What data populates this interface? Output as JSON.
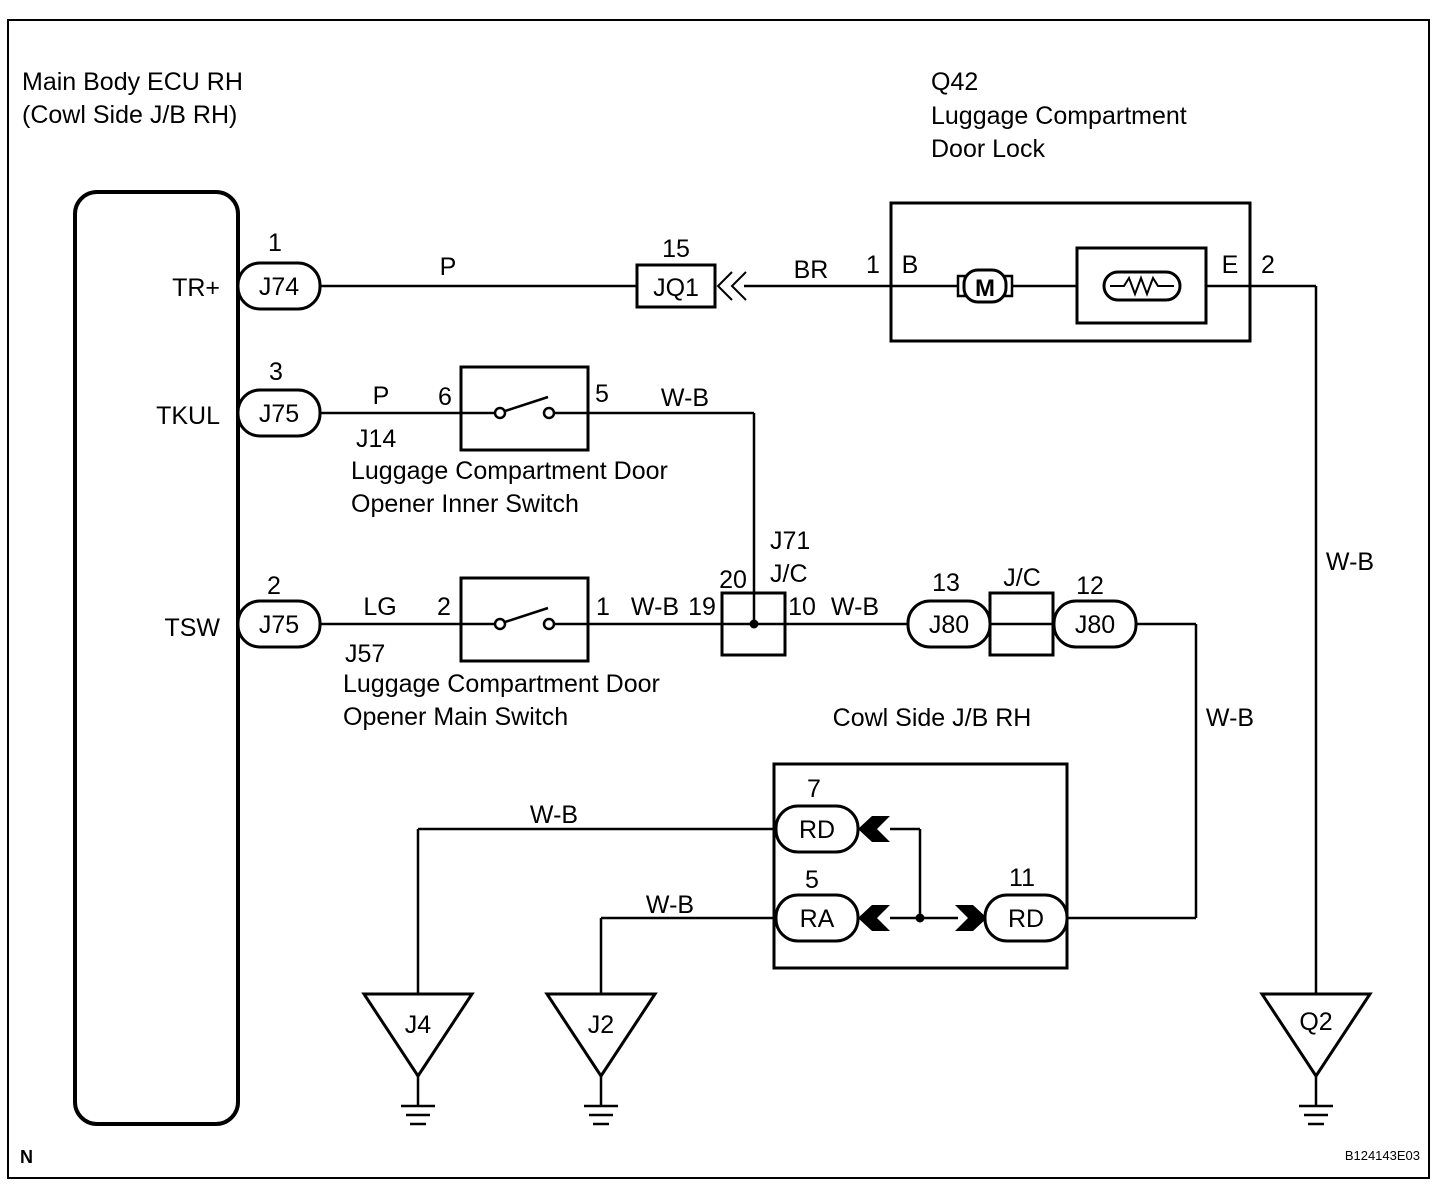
{
  "ecu": {
    "title_line1": "Main Body ECU RH",
    "title_line2": "(Cowl Side J/B RH)"
  },
  "terminals": {
    "trplus": "TR+",
    "tkul": "TKUL",
    "tsw": "TSW"
  },
  "connectors": {
    "j74": {
      "id": "J74",
      "pin": "1"
    },
    "j75a": {
      "id": "J75",
      "pin": "3"
    },
    "j75b": {
      "id": "J75",
      "pin": "2"
    },
    "jq1": {
      "id": "JQ1",
      "pin": "15"
    },
    "j80a": {
      "id": "J80",
      "pin": "13"
    },
    "j80b": {
      "id": "J80",
      "pin": "12"
    },
    "rd7": {
      "id": "RD",
      "pin": "7"
    },
    "ra5": {
      "id": "RA",
      "pin": "5"
    },
    "rd11": {
      "id": "RD",
      "pin": "11"
    }
  },
  "door_lock": {
    "code": "Q42",
    "name_line1": "Luggage Compartment",
    "name_line2": "Door Lock",
    "pin_b_num": "1",
    "pin_b": "B",
    "pin_e": "E",
    "pin_e_num": "2",
    "motor": "M"
  },
  "inner_switch": {
    "code": "J14",
    "name_line1": "Luggage Compartment Door",
    "name_line2": "Opener Inner Switch",
    "pin_left": "6",
    "pin_right": "5"
  },
  "main_switch": {
    "code": "J57",
    "name_line1": "Luggage Compartment Door",
    "name_line2": "Opener Main Switch",
    "pin_left": "2",
    "pin_right": "1"
  },
  "jc_j71": {
    "code": "J71",
    "label": "J/C",
    "pin_top": "20",
    "pin_left": "19",
    "pin_right": "10"
  },
  "jc_j80": {
    "label": "J/C"
  },
  "cowl_jb": {
    "label": "Cowl Side J/B RH"
  },
  "wires": {
    "p1": "P",
    "br": "BR",
    "p2": "P",
    "wb_inner": "W-B",
    "lg": "LG",
    "wb_main": "W-B",
    "wb_10": "W-B",
    "wb_q2": "W-B",
    "wb_j80": "W-B",
    "wb_j4": "W-B",
    "wb_j2": "W-B"
  },
  "grounds": {
    "j4": "J4",
    "j2": "J2",
    "q2": "Q2"
  },
  "footer": {
    "corner": "N",
    "code": "B124143E03"
  }
}
